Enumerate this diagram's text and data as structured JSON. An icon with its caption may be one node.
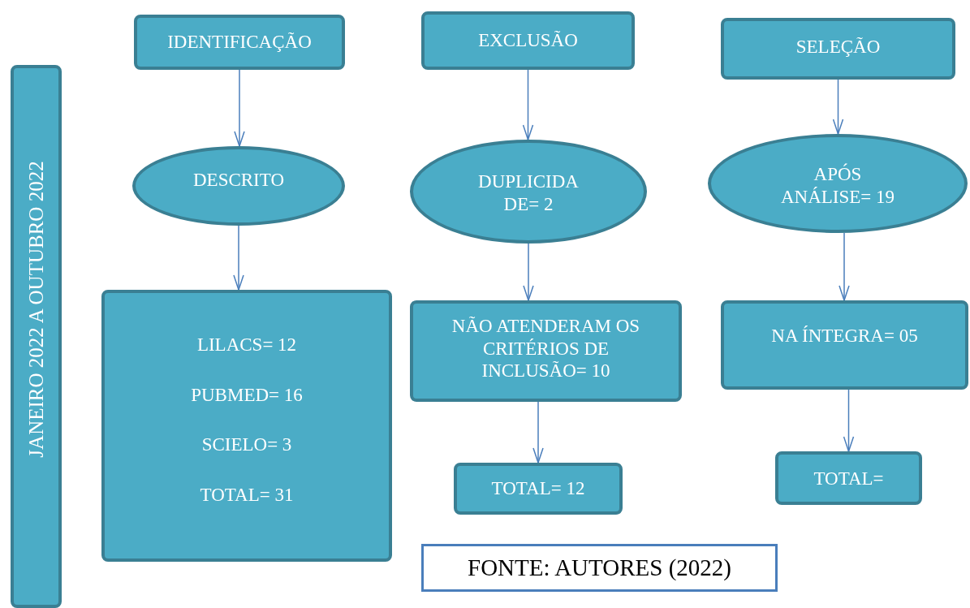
{
  "diagram": {
    "nodes": [
      {
        "text": [
          "JANEIRO 2022 A OUTUBRO 2022"
        ]
      },
      {
        "text": [
          "IDENTIFICAÇÃO"
        ]
      },
      {
        "text": [
          "DESCRITO"
        ]
      },
      {
        "text": [
          "LILACS= 12",
          "PUBMED= 16",
          "SCIELO= 3",
          "TOTAL= 31"
        ]
      },
      {
        "text": [
          "EXCLUSÃO"
        ]
      },
      {
        "text": [
          "DUPLICIDA DE= 2"
        ]
      },
      {
        "text": [
          "NÃO ATENDERAM OS CRITÉRIOS DE INCLUSÃO= 10"
        ]
      },
      {
        "text": [
          "TOTAL= 12"
        ]
      },
      {
        "text": [
          "SELEÇÃO"
        ]
      },
      {
        "text": [
          "APÓS ANÁLISE= 19"
        ]
      },
      {
        "text": [
          "NA ÍNTEGRA= 05"
        ]
      },
      {
        "text": [
          "TOTAL="
        ]
      },
      {
        "text": [
          "FONTE: AUTORES (2022)"
        ]
      }
    ],
    "edges": [
      {
        "from": 1,
        "to": 2,
        "arrow": "to"
      },
      {
        "from": 2,
        "to": 3,
        "arrow": "to"
      },
      {
        "from": 4,
        "to": 5,
        "arrow": "to"
      },
      {
        "from": 5,
        "to": 6,
        "arrow": "to"
      },
      {
        "from": 6,
        "to": 7,
        "arrow": "to"
      },
      {
        "from": 8,
        "to": 9,
        "arrow": "to"
      },
      {
        "from": 9,
        "to": 10,
        "arrow": "to"
      },
      {
        "from": 10,
        "to": 11,
        "arrow": "to"
      }
    ]
  }
}
